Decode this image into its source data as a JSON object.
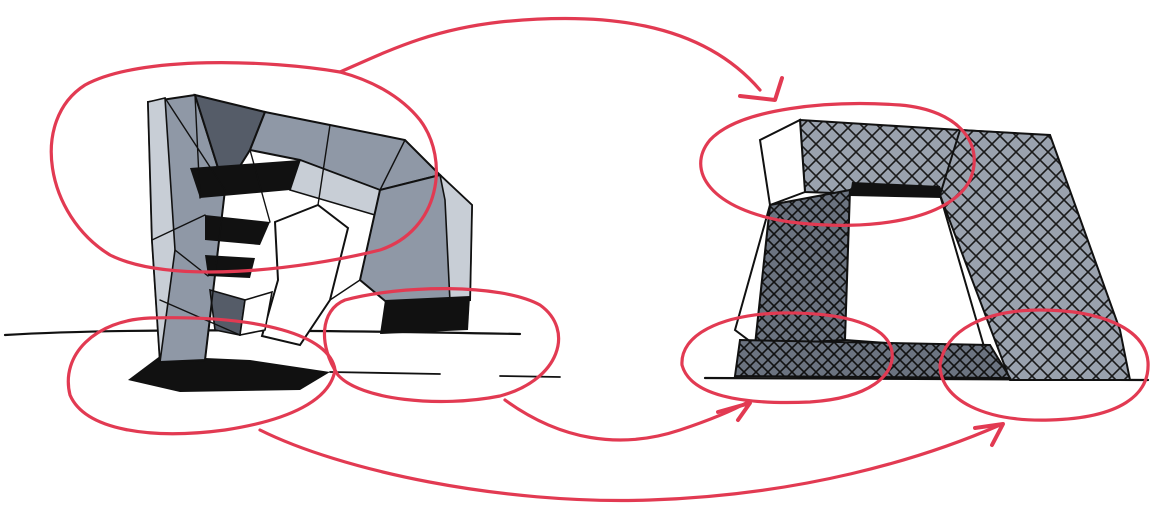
{
  "figure": {
    "panels": [
      {
        "id": "left",
        "subject": "faceted-arch-sketch"
      },
      {
        "id": "right",
        "subject": "hatched-loop-building-sketch"
      }
    ],
    "colors": {
      "ink": "#111111",
      "marker": "#e23a52",
      "shade_light": "#c8ced6",
      "shade_mid": "#8f98a6",
      "shade_dark": "#555c68",
      "paper": "#ffffff"
    }
  }
}
